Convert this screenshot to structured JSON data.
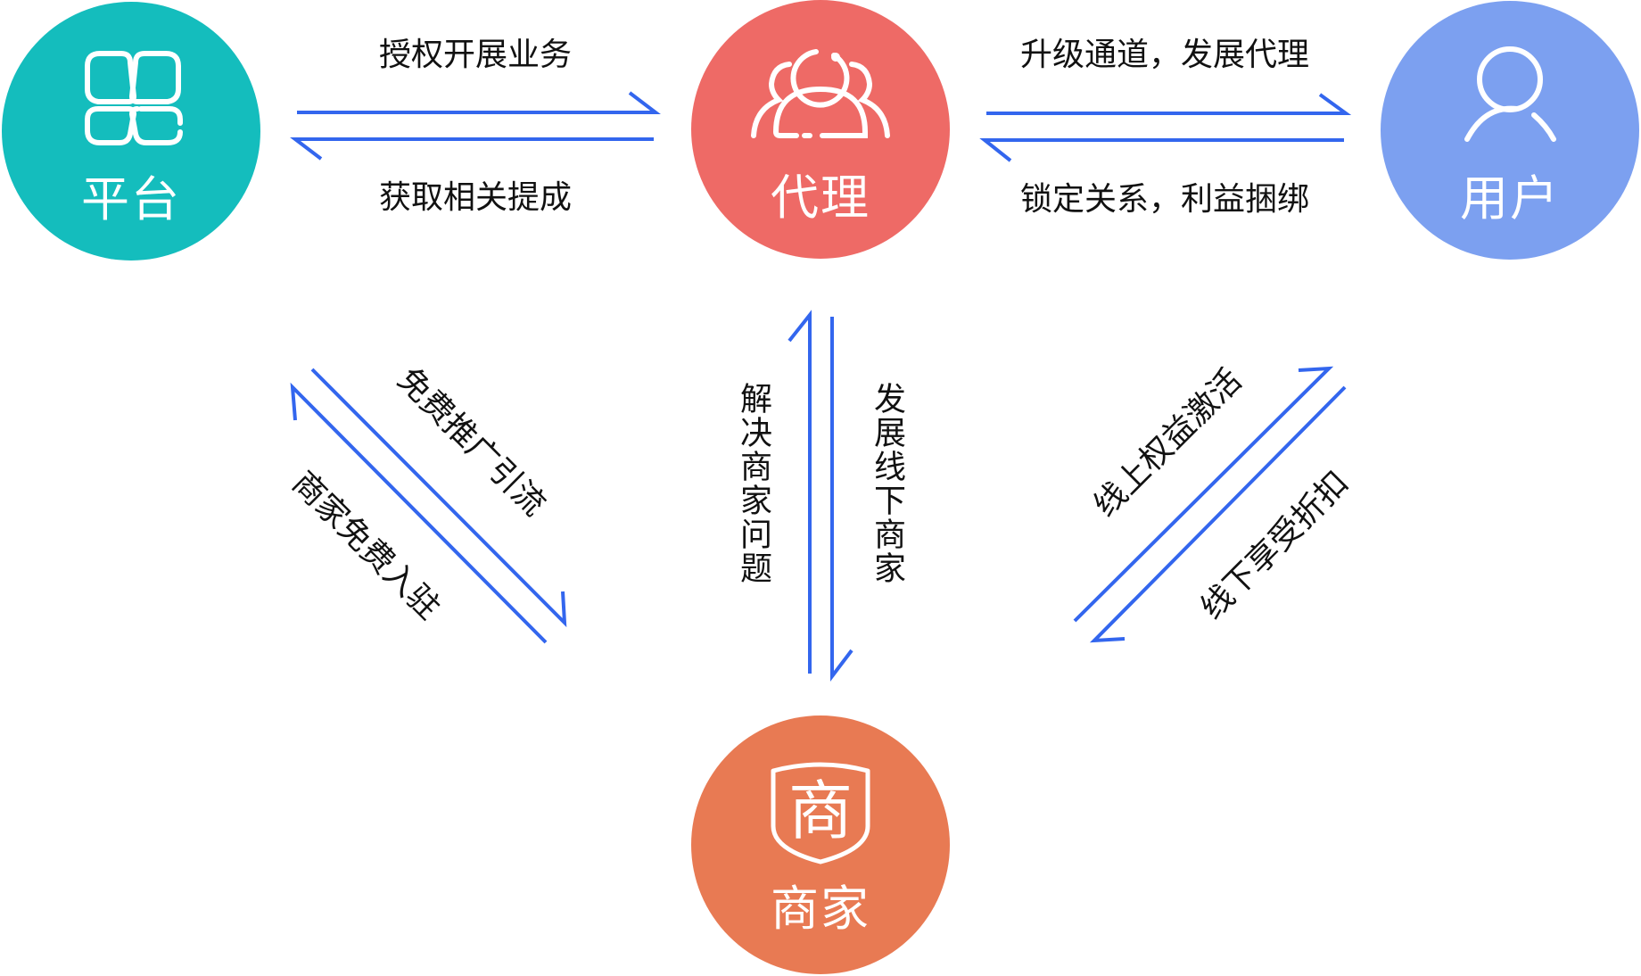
{
  "nodes": {
    "platform": {
      "label": "平台",
      "icon": "clover-grid-icon",
      "color": "#14bdbd"
    },
    "agent": {
      "label": "代理",
      "icon": "user-group-icon",
      "color": "#ee6a66"
    },
    "user": {
      "label": "用户",
      "icon": "user-icon",
      "color": "#7ca0f0"
    },
    "merchant": {
      "label": "商家",
      "icon": "merchant-shield-icon",
      "icon_text": "商",
      "color": "#e87a53"
    }
  },
  "flows": {
    "platform_to_agent": "授权开展业务",
    "agent_to_platform": "获取相关提成",
    "agent_to_user": "升级通道，发展代理",
    "user_to_agent": "锁定关系，利益捆绑",
    "platform_to_merchant": "免费推广引流",
    "merchant_to_platform": "商家免费入驻",
    "merchant_to_agent": "解决商家问题",
    "agent_to_merchant": "发展线下商家",
    "merchant_to_user": "线上权益激活",
    "user_to_merchant": "线下享受折扣"
  },
  "arrow_color": "#3366ee"
}
